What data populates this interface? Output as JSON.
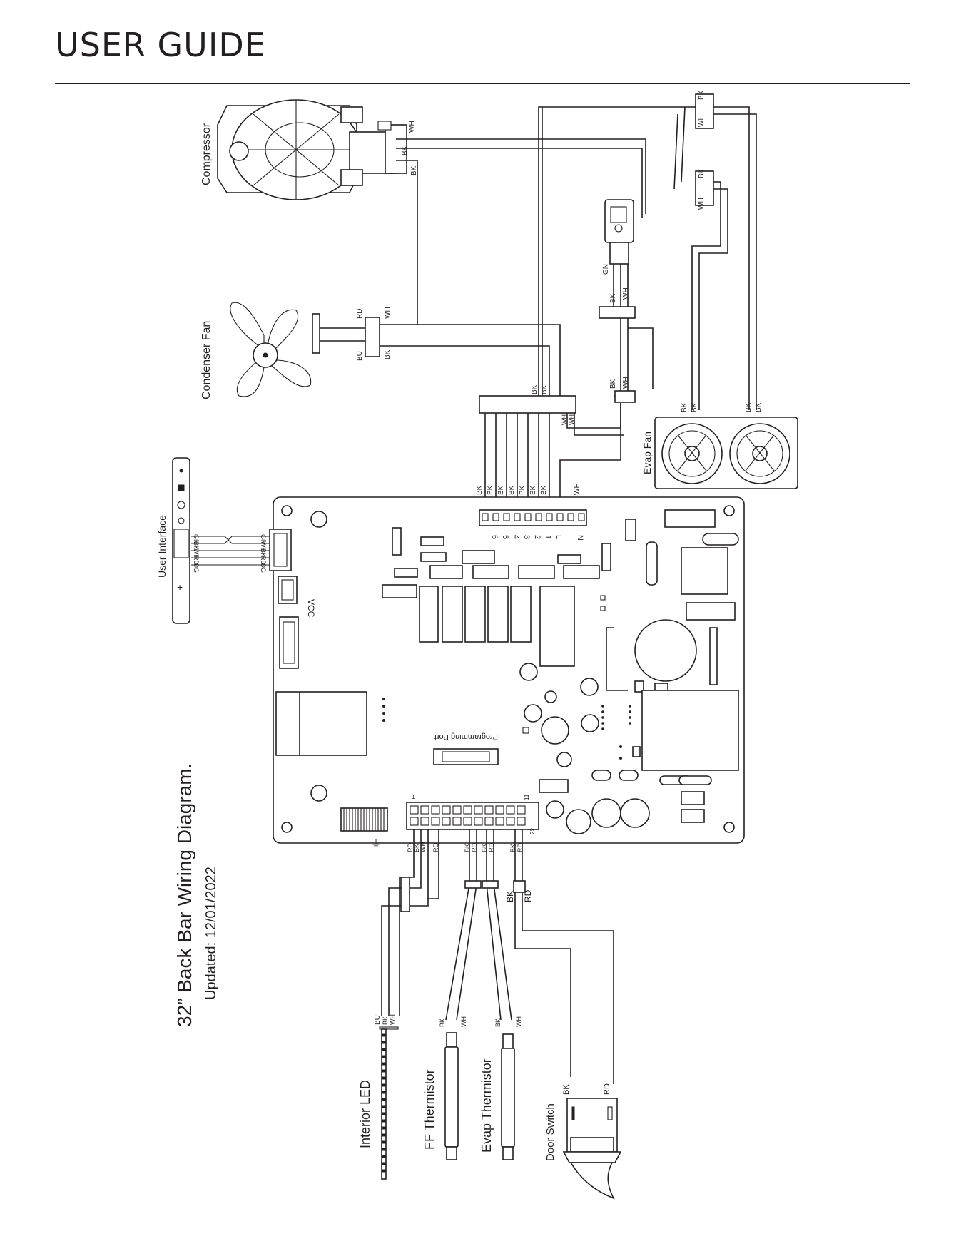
{
  "header": {
    "title": "USER GUIDE"
  },
  "diagram": {
    "title": "32” Back Bar Wiring Diagram.",
    "updated": "Updated: 12/01/2022",
    "components": {
      "compressor": "Compressor",
      "condenser_fan": "Condenser Fan",
      "user_interface": "User Interface",
      "evap_fan": "Evap Fan",
      "interior_led": "Interior LED",
      "ff_thermistor": "FF Thermistor",
      "evap_thermistor": "Evap Thermistor",
      "door_switch": "Door Switch",
      "vcc": "VCC",
      "programming_port": "Programming Port"
    },
    "wire_colors": {
      "bk": "BK",
      "wh": "WH",
      "rd": "RD",
      "bu": "BU",
      "gn": "GN",
      "og": "OG"
    },
    "ui_pins": [
      "GN",
      "WH",
      "BK",
      "RD",
      "OG"
    ],
    "ui_pins_left": [
      "GN",
      "BK",
      "WH",
      "RD",
      "OG"
    ],
    "terminal_pins": [
      "6",
      "5",
      "4",
      "3",
      "2",
      "1",
      "L",
      "N"
    ],
    "terminal_wires": [
      "BK",
      "BK",
      "BK",
      "BK",
      "BK",
      "BK",
      "BK",
      "WH"
    ],
    "connector_pin_first": "1",
    "connector_pin_11": "11",
    "connector_pin_22": "22",
    "ui_buttons": [
      "+",
      "–"
    ],
    "ground_symbol": "⏚"
  },
  "colors": {
    "ink": "#231f20",
    "paper": "#ffffff"
  }
}
